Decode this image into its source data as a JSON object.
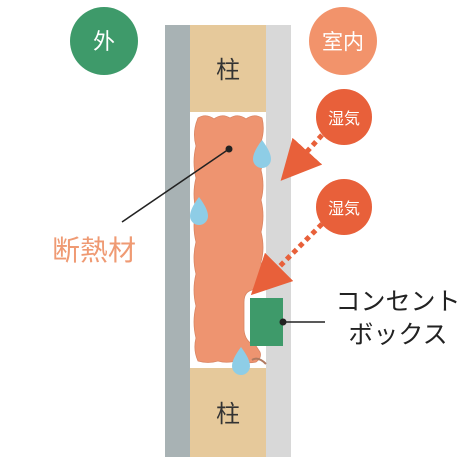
{
  "labels": {
    "outside": "外",
    "indoor": "室内",
    "pillar_top": "柱",
    "pillar_bottom": "柱",
    "moisture_1": "湿気",
    "moisture_2": "湿気",
    "insulation": "断熱材",
    "outlet_box_line1": "コンセント",
    "outlet_box_line2": "ボックス"
  },
  "icons": {
    "water_drop": "water-drop-icon",
    "arrow": "dotted-arrow-icon"
  },
  "colors": {
    "outside_badge": "#3e9a6a",
    "indoor_badge": "#f2936b",
    "moisture_badge": "#e8603a",
    "insulation": "#ee9470",
    "insulation_label": "#ef9a73",
    "pillar": "#e6c99b",
    "outer_wall": "#a8b2b4",
    "inner_wall": "#d8d8d8",
    "outlet_box": "#3e9a6a",
    "water_drop": "#8ecde6",
    "arrow": "#e8603a"
  }
}
